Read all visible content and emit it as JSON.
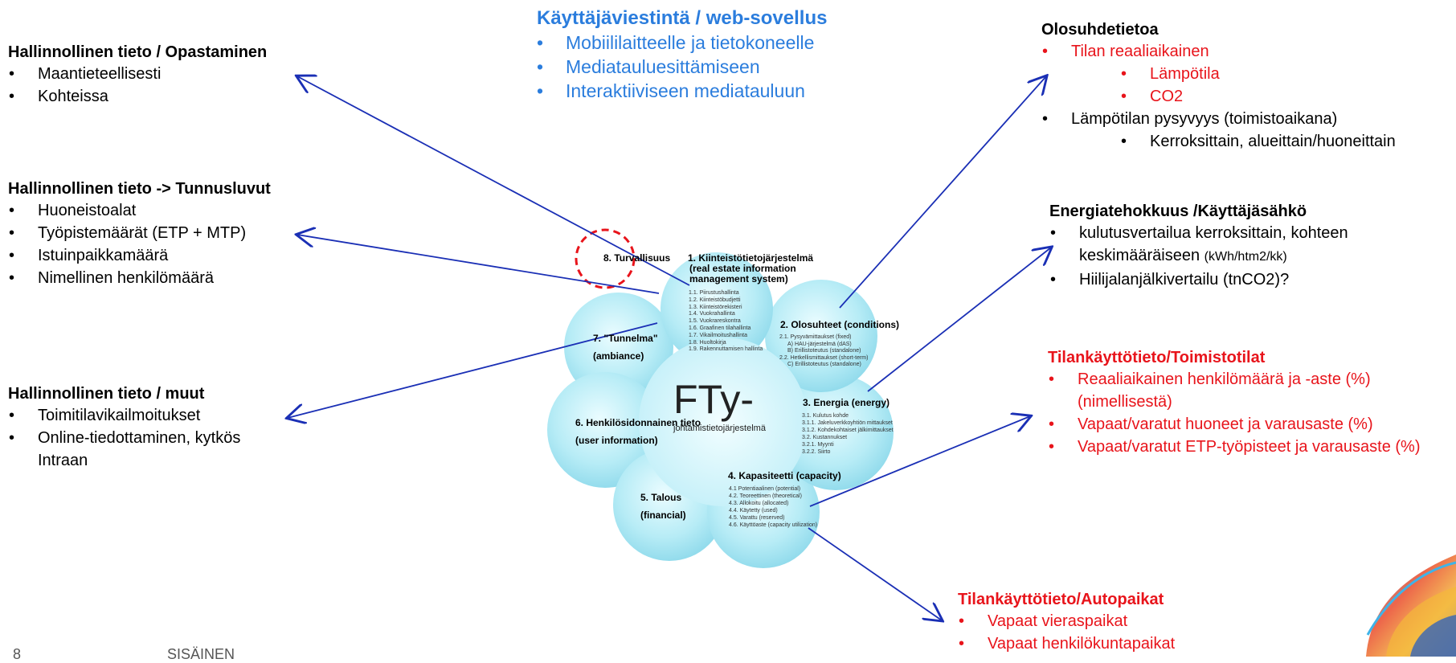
{
  "top_center": {
    "title": "Käyttäjäviestintä / web-sovellus",
    "items": [
      "Mobiililaitteelle ja tietokoneelle",
      "Mediatauluesittämiseen",
      "Interaktiiviseen mediatauluun"
    ]
  },
  "left1": {
    "title": "Hallinnollinen tieto / Opastaminen",
    "items": [
      "Maantieteellisesti",
      "Kohteissa"
    ]
  },
  "left2": {
    "title": "Hallinnollinen tieto -> Tunnusluvut",
    "items": [
      "Huoneistoalat",
      "Työpistemäärät (ETP + MTP)",
      "Istuinpaikkamäärä",
      "Nimellinen henkilömäärä"
    ]
  },
  "left3": {
    "title": "Hallinnollinen tieto / muut",
    "items": [
      "Toimitilavikailmoitukset",
      "Online-tiedottaminen, kytkös Intraan"
    ]
  },
  "right1": {
    "title": "Olosuhdetietoa",
    "item1": "Tilan reaaliaikainen",
    "sub1": [
      "Lämpötila",
      "CO2"
    ],
    "item2": "Lämpötilan pysyvyys (toimistoaikana)",
    "sub2": [
      "Kerroksittain, alueittain/huoneittain"
    ]
  },
  "right2": {
    "title": "Energiatehokkuus /Käyttäjäsähkö",
    "item1": "kulutusvertailua kerroksittain, kohteen keskimääräiseen",
    "item1_small": "(kWh/htm2/kk)",
    "item2": "Hiilijalanjälkivertailu (tnCO2)?"
  },
  "right3": {
    "title": "Tilankäyttötieto/Toimistotilat",
    "items": [
      "Reaaliaikainen henkilömäärä ja -aste (%) (nimellisestä)",
      "Vapaat/varatut huoneet ja varausaste (%)",
      "Vapaat/varatut ETP-työpisteet ja varausaste (%)"
    ]
  },
  "bottom_right": {
    "title": "Tilankäyttötieto/Autopaikat",
    "items": [
      "Vapaat vieraspaikat",
      "Vapaat henkilökuntapaikat"
    ]
  },
  "footer": {
    "page": "8",
    "label": "SISÄINEN"
  },
  "flower": {
    "center_title": "FTy-",
    "center_subtitle": "johtamistietojärjestelmä",
    "p1_title": "1. Kiinteistötietojärjestelmä",
    "p1_sub": "(real estate information management system)",
    "p1_items": [
      "1.1. Piirustushallinta",
      "1.2. Kiinteistöbudjetti",
      "1.3. Kiinteistörekisteri",
      "1.4. Vuokrahallinta",
      "1.5. Vuokrareskontra",
      "1.6. Graafinen tilahallinta",
      "1.7. Vikailmoitushallinta",
      "1.8. Huoltokirja",
      "1.9. Rakennuttamisen hallinta"
    ],
    "p2_title": "2. Olosuhteet (conditions)",
    "p2_items": [
      "2.1. Pysyvämittaukset (fixed)",
      "A) HAU-järjestelmä (dAS)",
      "B) Erillistoteutus (standalone)",
      "2.2. Hetkellismittaukset (short-term)",
      "C) Erillistoteutus (standalone)"
    ],
    "p3_title": "3. Energia (energy)",
    "p3_items": [
      "3.1. Kulutus kohde",
      "3.1.1. Jakeluverkkoyhtiön mittaukset",
      "3.1.2. Kohdekohtaiset jälkimittaukset",
      "3.2. Kustannukset",
      "3.2.1. Myynti",
      "3.2.2. Siirto"
    ],
    "p4_title": "4. Kapasiteetti (capacity)",
    "p4_items": [
      "4.1 Potentiaalinen (potential)",
      "4.2. Teoreettinen (theoretical)",
      "4.3. Allokoitu (allocated)",
      "4.4. Käytetty (used)",
      "4.5. Varattu (reserved)",
      "4.6. Käyttöaste (capacity utilization)"
    ],
    "p5_title": "5. Talous",
    "p5_sub": "(financial)",
    "p6_title": "6. Henkilösidonnainen tieto",
    "p6_sub": "(user information)",
    "p7_title": "7. \"Tunnelma\"",
    "p7_sub": "(ambiance)",
    "p8_title": "8. Turvallisuus"
  }
}
